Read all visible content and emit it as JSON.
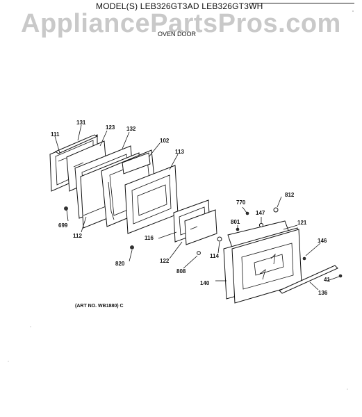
{
  "header": {
    "model_line": "MODEL(S) LEB326GT3AD  LEB326GT3WH",
    "subtitle": "OVEN DOOR",
    "watermark": "AppliancePartsPros.com"
  },
  "part_labels": {
    "p131": "131",
    "p123": "123",
    "p132": "132",
    "p111": "111",
    "p102": "102",
    "p113": "113",
    "p699": "699",
    "p112": "112",
    "p770": "770",
    "p812": "812",
    "p147": "147",
    "p121": "121",
    "p801": "801",
    "p116": "116",
    "p146": "146",
    "p122": "122",
    "p114": "114",
    "p820": "820",
    "p808": "808",
    "p140": "140",
    "p41": "41",
    "p136": "136"
  },
  "art_number": "(ART NO. WB1880) C"
}
